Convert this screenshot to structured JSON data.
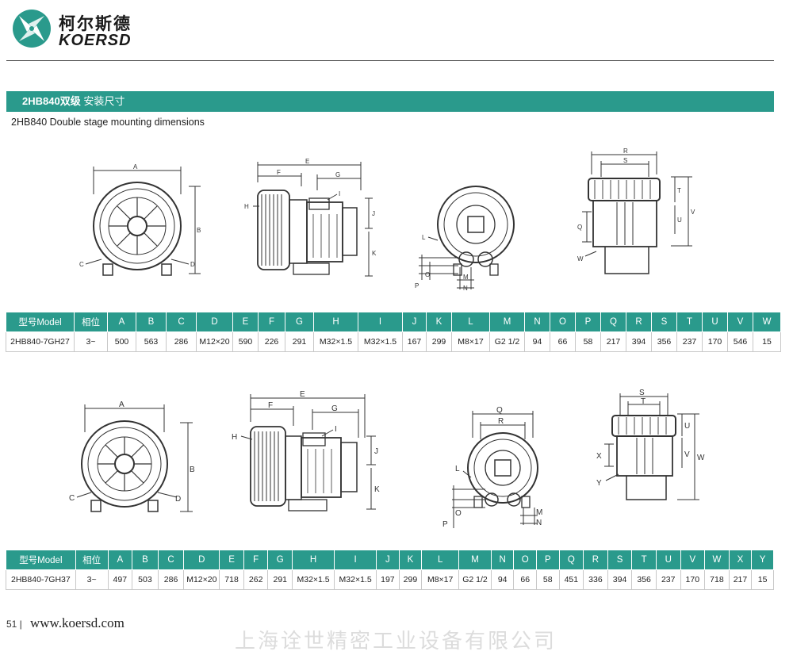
{
  "brand": {
    "cn_name": "柯尔斯德",
    "en_name": "KOERSD",
    "mark_color": "#2a9a8c"
  },
  "section": {
    "model": "2HB840双级",
    "title_cn": "安装尺寸",
    "subtitle_en": "2HB840  Double stage mounting dimensions",
    "accent": "#2a9a8c"
  },
  "table1": {
    "headers": [
      "型号Model",
      "相位",
      "A",
      "B",
      "C",
      "D",
      "E",
      "F",
      "G",
      "H",
      "I",
      "J",
      "K",
      "L",
      "M",
      "N",
      "O",
      "P",
      "Q",
      "R",
      "S",
      "T",
      "U",
      "V",
      "W"
    ],
    "rows": [
      [
        "2HB840-7GH27",
        "3~",
        "500",
        "563",
        "286",
        "M12×20",
        "590",
        "226",
        "291",
        "M32×1.5",
        "M32×1.5",
        "167",
        "299",
        "M8×17",
        "G2 1/2",
        "94",
        "66",
        "58",
        "217",
        "394",
        "356",
        "237",
        "170",
        "546",
        "15"
      ]
    ]
  },
  "table2": {
    "headers": [
      "型号Model",
      "相位",
      "A",
      "B",
      "C",
      "D",
      "E",
      "F",
      "G",
      "H",
      "I",
      "J",
      "K",
      "L",
      "M",
      "N",
      "O",
      "P",
      "Q",
      "R",
      "S",
      "T",
      "U",
      "V",
      "W",
      "X",
      "Y"
    ],
    "rows": [
      [
        "2HB840-7GH37",
        "3~",
        "497",
        "503",
        "286",
        "M12×20",
        "718",
        "262",
        "291",
        "M32×1.5",
        "M32×1.5",
        "197",
        "299",
        "M8×17",
        "G2 1/2",
        "94",
        "66",
        "58",
        "451",
        "336",
        "394",
        "356",
        "237",
        "170",
        "718",
        "217",
        "15"
      ]
    ]
  },
  "drawings": {
    "top_front": {
      "labels": [
        "A",
        "B",
        "C",
        "D"
      ]
    },
    "top_side": {
      "labels": [
        "E",
        "F",
        "G",
        "H",
        "I",
        "J",
        "K"
      ]
    },
    "top_rear": {
      "labels": [
        "L",
        "M",
        "N",
        "O",
        "P"
      ]
    },
    "top_profile": {
      "labels": [
        "R",
        "S",
        "T",
        "U",
        "V",
        "Q",
        "W"
      ]
    },
    "bottom_front": {
      "labels": [
        "A",
        "B",
        "C",
        "D"
      ]
    },
    "bottom_side": {
      "labels": [
        "E",
        "F",
        "G",
        "H",
        "I",
        "J",
        "K"
      ]
    },
    "bottom_rear": {
      "labels": [
        "Q",
        "R",
        "L",
        "M",
        "N",
        "O",
        "P"
      ]
    },
    "bottom_profile": {
      "labels": [
        "S",
        "T",
        "U",
        "V",
        "W",
        "X",
        "Y"
      ]
    }
  },
  "footer": {
    "page_number": "51 |",
    "url": "www.koersd.com",
    "company": "上海诠世精密工业设备有限公司"
  }
}
